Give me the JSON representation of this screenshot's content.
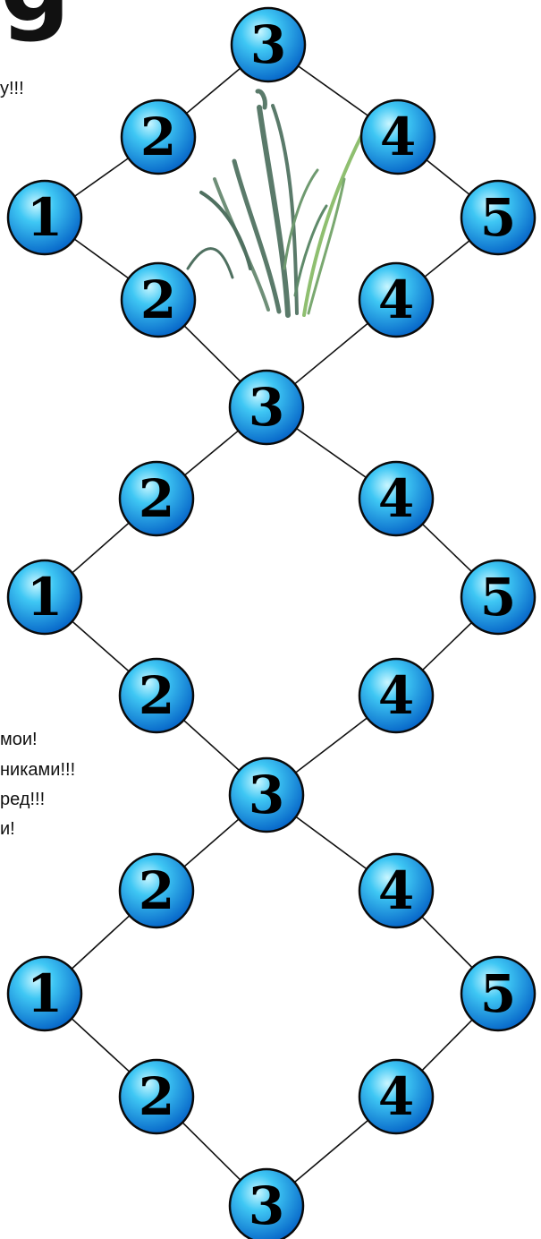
{
  "title_fragment": "g",
  "text_fragments": {
    "top": "у!!!",
    "lines": [
      "мои!",
      "никами!!!",
      "ред!!!",
      "и!"
    ]
  },
  "node_labels": [
    "3",
    "2",
    "4",
    "1",
    "5",
    "2",
    "4",
    "3",
    "2",
    "4",
    "1",
    "5",
    "2",
    "4",
    "3",
    "2",
    "4",
    "1",
    "5",
    "2",
    "4",
    "3"
  ],
  "colors": {
    "node_fill_light": "#7fe3ff",
    "node_fill_dark": "#0a7fd6",
    "node_stroke": "#0a0a0a",
    "edge": "#111111",
    "grass": "#5a7a6a"
  }
}
